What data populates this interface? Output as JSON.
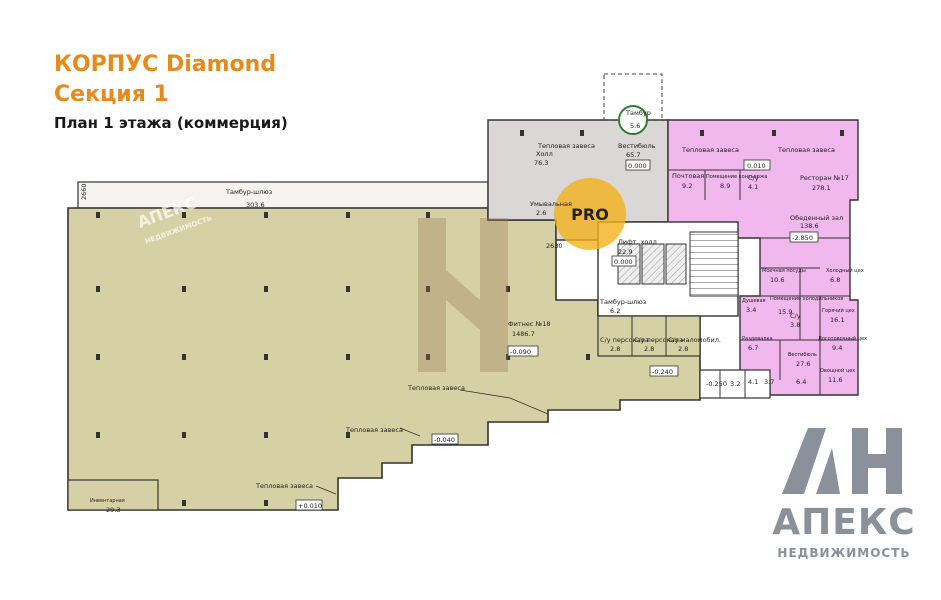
{
  "heading": {
    "line1": "КОРПУС Diamond",
    "line2": "Секция 1",
    "line3": "План 1 этажа (коммерция)"
  },
  "rooms": {
    "tambur_shlyuz": "Тамбур-шлюз",
    "tambur_shlyuz_area": "303.6",
    "tambur_shlyuz_dim": "2660",
    "tambur": "Тамбур",
    "tambur_area": "5.6",
    "holl": "Холл",
    "holl_area": "76.3",
    "vestibyul": "Вестибюль",
    "vestibyul_area": "65.7",
    "vestibyul_level": "0.000",
    "umyvalnaya": "Умывальная",
    "umyvalnaya_area": "2.6",
    "dim_2630": "2630",
    "lift_holl": "Лифт. холл",
    "lift_holl_area": "22.9",
    "lift_holl_level": "0.000",
    "tambur_shlyuz2": "Тамбур-шлюз",
    "tambur_shlyuz2_area": "6.2",
    "fitness": "Фитнес №18",
    "fitness_area": "1486.7",
    "fitness_level": "-0.090",
    "cu_personala": "С/у персонала",
    "cu_personala_area": "2.8",
    "cu_personala2": "С/у персонала",
    "cu_personala2_area": "2.8",
    "cu_mgn": "С/у маломобил.",
    "cu_mgn_area": "2.8",
    "level_0240": "-0.240",
    "pochtovaya": "Почтовая",
    "pochtovaya_area": "9.2",
    "pomeshchenie_konsierzha": "Помещение консьержа",
    "pomeshchenie_konsierzha_area": "8.9",
    "cu_konsierzha": "С/у",
    "cu_konsierzha_area": "4.1",
    "restoran": "Ресторан №17",
    "restoran_area": "278.1",
    "restoran_level": "0.010",
    "obedenny_zal": "Обеденный зал",
    "obedenny_zal_area": "138.6",
    "level_2850": "-2.850",
    "moechnaya": "Моечная посуды",
    "moechnaya_area": "10.6",
    "pomeshchenie_holodilnikov": "Помещение холодильников",
    "pomeshchenie_holodilnikov_area": "15.9",
    "holodny_ceh": "Холодный цех",
    "holodny_ceh_area": "6.8",
    "goryachy_ceh": "Горячий цех",
    "goryachy_ceh_area": "16.1",
    "dushevaya": "Душевая",
    "dushevaya_area": "3.4",
    "cu": "С/у",
    "cu_area": "3.8",
    "dogotovochny_ceh": "Доготовочный цех",
    "dogotovochny_ceh_area": "9.4",
    "razdevalnaya": "Раздевалка",
    "razdevalnaya_area": "6.7",
    "vestibyul2": "Вестибюль",
    "vestibyul2_area": "27.6",
    "ovoshchnoy_ceh": "Овощной цех",
    "ovoshchnoy_ceh_area": "11.6",
    "area_6_4": "6.4",
    "area_4_1": "4.1",
    "area_3_7": "3.7",
    "area_3_2": "3.2",
    "level_0250": "-0.250",
    "inventarnaya": "Инвентарная",
    "inventarnaya_area": "29.3",
    "teplovaya_zavesa": "Тепловая завеса",
    "level_0040": "-0.040",
    "level_0010": "+0.010",
    "pro_badge": "PRO"
  },
  "brand": {
    "name": "АПЕКС",
    "sub": "НЕДВИЖИМОСТЬ",
    "watermark": "АПЕКС",
    "watermark_sub": "НЕДВИЖИМОСТЬ"
  },
  "colors": {
    "fitness_fill": "#d6d1a5",
    "restaurant_fill": "#f0b8ec",
    "lobby_fill": "#dad7d6",
    "heading": "#e8891c",
    "brand": "#8a919a",
    "badge": "#f2b21c"
  }
}
